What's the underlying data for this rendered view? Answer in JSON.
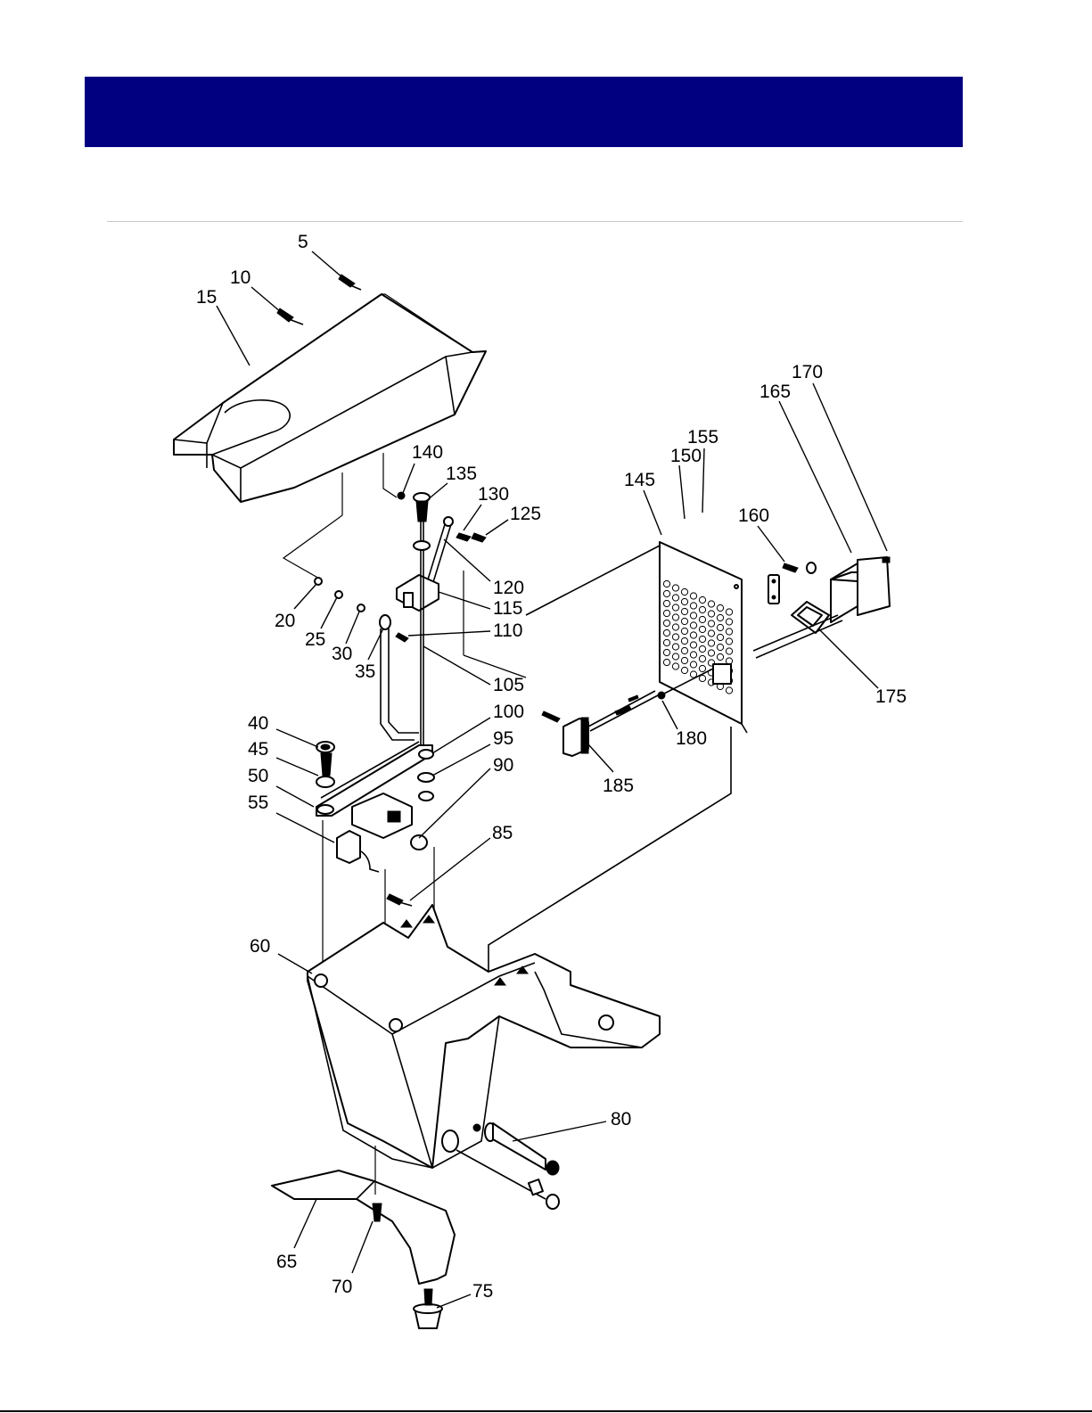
{
  "colors": {
    "header_band": "#000080",
    "rule": "#c8c8c8",
    "ink": "#000000"
  },
  "callouts": {
    "c5": "5",
    "c10": "10",
    "c15": "15",
    "c20": "20",
    "c25": "25",
    "c30": "30",
    "c35": "35",
    "c40": "40",
    "c45": "45",
    "c50": "50",
    "c55": "55",
    "c60": "60",
    "c65": "65",
    "c70": "70",
    "c75": "75",
    "c80": "80",
    "c85": "85",
    "c90": "90",
    "c95": "95",
    "c100": "100",
    "c105": "105",
    "c110": "110",
    "c115": "115",
    "c120": "120",
    "c125": "125",
    "c130": "130",
    "c135": "135",
    "c140": "140",
    "c145": "145",
    "c150": "150",
    "c155": "155",
    "c160": "160",
    "c165": "165",
    "c170": "170",
    "c175": "175",
    "c180": "180",
    "c185": "185"
  }
}
